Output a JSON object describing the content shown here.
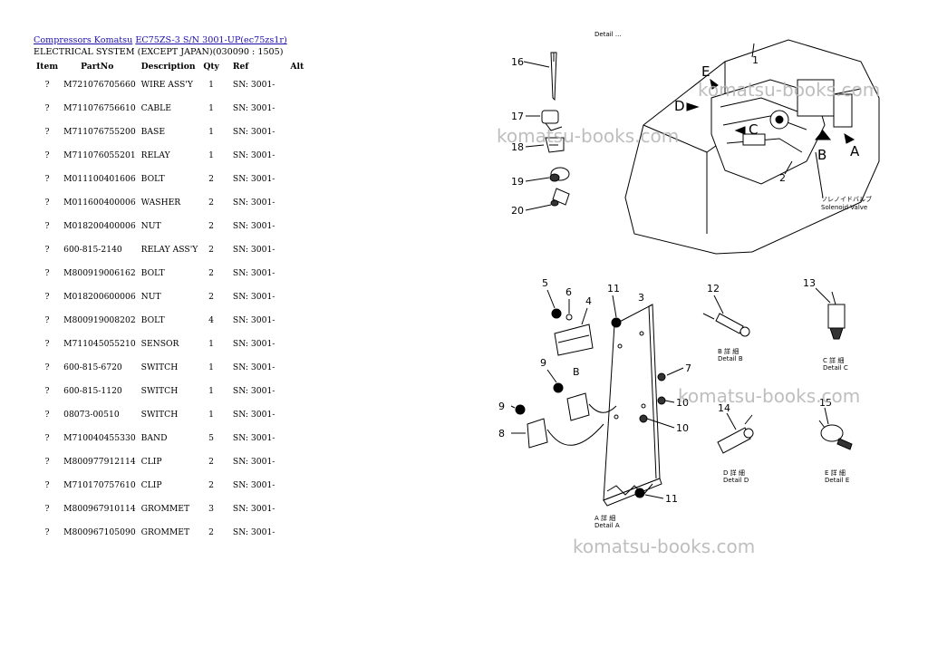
{
  "breadcrumb": {
    "link1": "Compressors Komatsu",
    "link2": "EC75ZS-3 S/N 3001-UP(ec75zs1r)"
  },
  "section_title": "ELECTRICAL SYSTEM (EXCEPT JAPAN)(030090 : 1505)",
  "table": {
    "headers": [
      "Item",
      "PartNo",
      "Description",
      "Qty",
      "Ref",
      "Alt"
    ],
    "rows": [
      {
        "item": "?",
        "part": "M721076705660",
        "desc": "WIRE ASS'Y",
        "qty": "1",
        "ref": "SN: 3001-"
      },
      {
        "item": "?",
        "part": "M711076756610",
        "desc": "CABLE",
        "qty": "1",
        "ref": "SN: 3001-"
      },
      {
        "item": "?",
        "part": "M711076755200",
        "desc": "BASE",
        "qty": "1",
        "ref": "SN: 3001-"
      },
      {
        "item": "?",
        "part": "M711076055201",
        "desc": "RELAY",
        "qty": "1",
        "ref": "SN: 3001-"
      },
      {
        "item": "?",
        "part": "M011100401606",
        "desc": "BOLT",
        "qty": "2",
        "ref": "SN: 3001-"
      },
      {
        "item": "?",
        "part": "M011600400006",
        "desc": "WASHER",
        "qty": "2",
        "ref": "SN: 3001-"
      },
      {
        "item": "?",
        "part": "M018200400006",
        "desc": "NUT",
        "qty": "2",
        "ref": "SN: 3001-"
      },
      {
        "item": "?",
        "part": "600-815-2140",
        "desc": "RELAY ASS'Y",
        "qty": "2",
        "ref": "SN: 3001-"
      },
      {
        "item": "?",
        "part": "M800919006162",
        "desc": "BOLT",
        "qty": "2",
        "ref": "SN: 3001-"
      },
      {
        "item": "?",
        "part": "M018200600006",
        "desc": "NUT",
        "qty": "2",
        "ref": "SN: 3001-"
      },
      {
        "item": "?",
        "part": "M800919008202",
        "desc": "BOLT",
        "qty": "4",
        "ref": "SN: 3001-"
      },
      {
        "item": "?",
        "part": "M711045055210",
        "desc": "SENSOR",
        "qty": "1",
        "ref": "SN: 3001-"
      },
      {
        "item": "?",
        "part": "600-815-6720",
        "desc": "SWITCH",
        "qty": "1",
        "ref": "SN: 3001-"
      },
      {
        "item": "?",
        "part": "600-815-1120",
        "desc": "SWITCH",
        "qty": "1",
        "ref": "SN: 3001-"
      },
      {
        "item": "?",
        "part": "08073-00510",
        "desc": "SWITCH",
        "qty": "1",
        "ref": "SN: 3001-"
      },
      {
        "item": "?",
        "part": "M710040455330",
        "desc": "BAND",
        "qty": "5",
        "ref": "SN: 3001-"
      },
      {
        "item": "?",
        "part": "M800977912114",
        "desc": "CLIP",
        "qty": "2",
        "ref": "SN: 3001-"
      },
      {
        "item": "?",
        "part": "M710170757610",
        "desc": "CLIP",
        "qty": "2",
        "ref": "SN: 3001-"
      },
      {
        "item": "?",
        "part": "M800967910114",
        "desc": "GROMMET",
        "qty": "3",
        "ref": "SN: 3001-"
      },
      {
        "item": "?",
        "part": "M800967105090",
        "desc": "GROMMET",
        "qty": "2",
        "ref": "SN: 3001-"
      }
    ]
  },
  "watermark": "komatsu-books.com",
  "diagram": {
    "callouts": [
      "16",
      "17",
      "18",
      "19",
      "20",
      "1",
      "2",
      "5",
      "6",
      "4",
      "11",
      "3",
      "7",
      "8",
      "9",
      "10",
      "12",
      "13",
      "14",
      "15"
    ],
    "view_letters": [
      "A",
      "B",
      "C",
      "D",
      "E"
    ],
    "solenoid_label": "Solenoid Valve",
    "details": [
      "Detail A",
      "Detail B",
      "Detail C",
      "Detail D",
      "Detail E"
    ]
  }
}
